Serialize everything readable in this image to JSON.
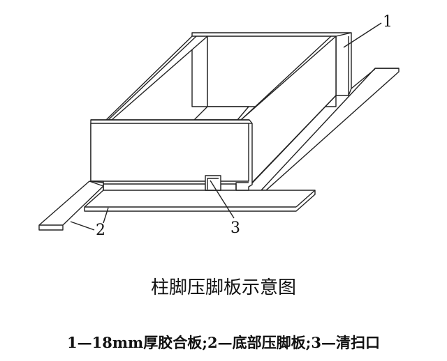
{
  "diagram": {
    "title": "柱脚压脚板示意图",
    "caption": "1—18mm厚胶合板;2—底部压脚板;3—清扫口",
    "labels": {
      "one": "1",
      "two": "2",
      "three": "3"
    },
    "line_color": "#222222",
    "background": "#ffffff"
  }
}
